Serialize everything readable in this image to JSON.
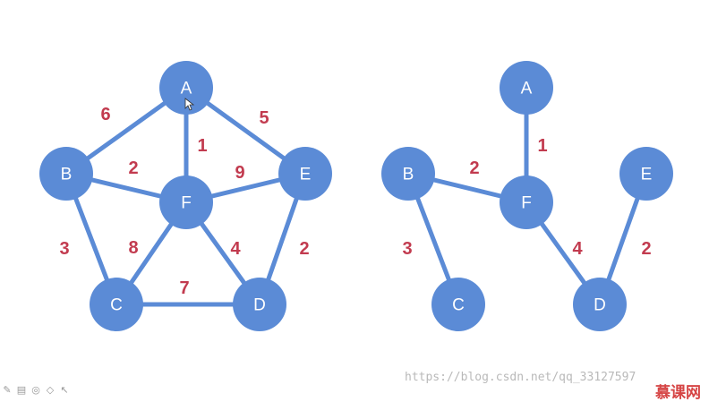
{
  "colors": {
    "node_fill": "#5b8bd6",
    "edge": "#5b8bd6",
    "node_label": "#ffffff",
    "weight_label": "#c23b4f"
  },
  "graphs": [
    {
      "id": "full-graph",
      "nodes": [
        "A",
        "B",
        "C",
        "D",
        "E",
        "F"
      ],
      "edges": [
        {
          "from": "A",
          "to": "B",
          "weight": "6"
        },
        {
          "from": "A",
          "to": "E",
          "weight": "5"
        },
        {
          "from": "A",
          "to": "F",
          "weight": "1"
        },
        {
          "from": "B",
          "to": "F",
          "weight": "2"
        },
        {
          "from": "E",
          "to": "F",
          "weight": "9"
        },
        {
          "from": "B",
          "to": "C",
          "weight": "3"
        },
        {
          "from": "C",
          "to": "F",
          "weight": "8"
        },
        {
          "from": "D",
          "to": "F",
          "weight": "4"
        },
        {
          "from": "D",
          "to": "E",
          "weight": "2"
        },
        {
          "from": "C",
          "to": "D",
          "weight": "7"
        }
      ]
    },
    {
      "id": "spanning-tree",
      "nodes": [
        "A",
        "B",
        "C",
        "D",
        "E",
        "F"
      ],
      "edges": [
        {
          "from": "A",
          "to": "F",
          "weight": "1"
        },
        {
          "from": "B",
          "to": "F",
          "weight": "2"
        },
        {
          "from": "B",
          "to": "C",
          "weight": "3"
        },
        {
          "from": "D",
          "to": "F",
          "weight": "4"
        },
        {
          "from": "D",
          "to": "E",
          "weight": "2"
        }
      ]
    }
  ],
  "watermark": "https://blog.csdn.net/qq_33127597",
  "brand": "慕课网",
  "toolbar_icons": [
    "pen-icon",
    "slides-icon",
    "eye-icon",
    "eraser-icon",
    "pointer-icon"
  ]
}
